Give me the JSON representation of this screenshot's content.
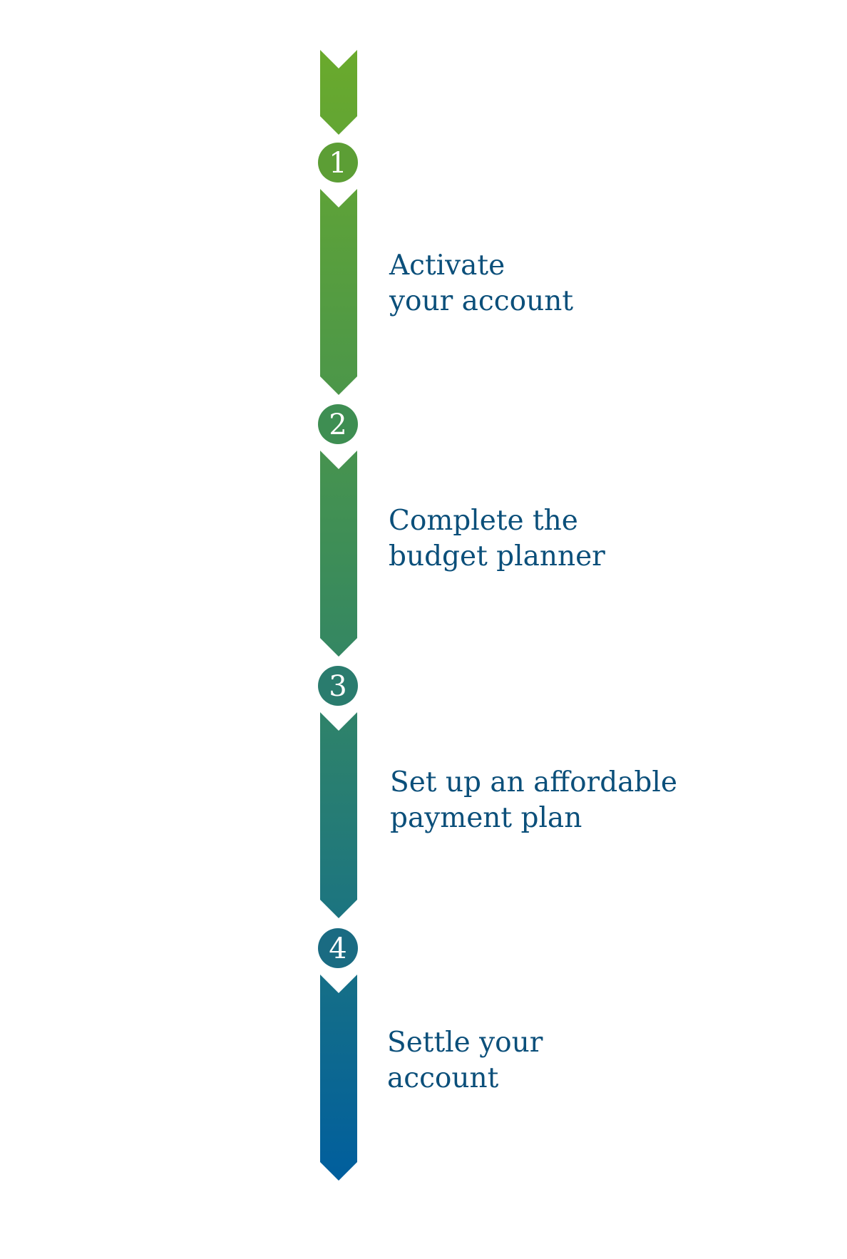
{
  "colors": {
    "top": "#6aaa2c",
    "bottom": "#005e9e",
    "text": "#0b4f7a",
    "number": "#ffffff"
  },
  "steps": [
    {
      "number": "1",
      "lines": [
        "Activate",
        "your account"
      ],
      "circle_color": "#5c9e35"
    },
    {
      "number": "2",
      "lines": [
        "Complete the",
        "budget planner"
      ],
      "circle_color": "#3e8e52"
    },
    {
      "number": "3",
      "lines": [
        "Set up an affordable",
        "payment plan"
      ],
      "circle_color": "#2a7c6e"
    },
    {
      "number": "4",
      "lines": [
        "Settle your",
        "account"
      ],
      "circle_color": "#1a6b82"
    }
  ]
}
